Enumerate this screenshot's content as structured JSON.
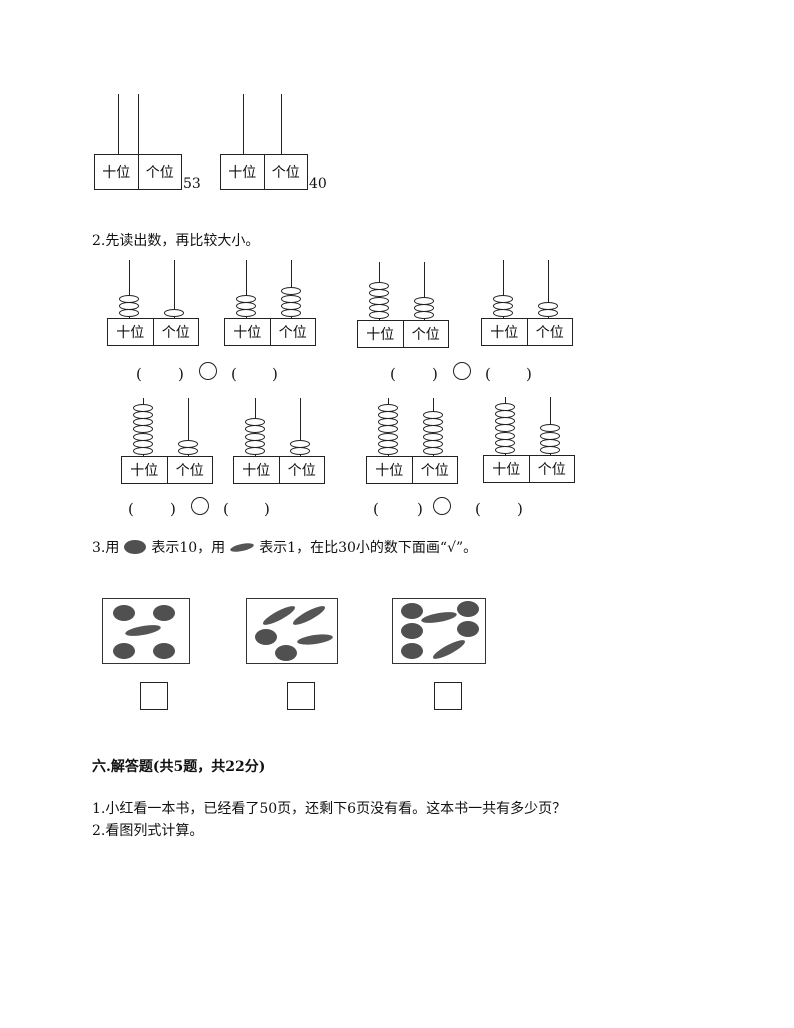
{
  "section5": {
    "abacus_pair": [
      {
        "tens": "十位",
        "ones": "个位",
        "number": "53"
      },
      {
        "tens": "十位",
        "ones": "个位",
        "number": "40"
      }
    ],
    "q2": {
      "text": "2.先读出数，再比较大小。",
      "tens_label": "十位",
      "ones_label": "个位",
      "paren_open": "(",
      "paren_close": ")"
    },
    "q3": {
      "text_a": "3.用",
      "text_b": "表示10，用",
      "text_c": "表示1，在比30小的数下面画“√”。"
    }
  },
  "section6": {
    "heading": "六.解答题(共5题，共22分)",
    "q1": "1.小红看一本书，已经看了50页，还剩下6页没有看。这本书一共有多少页？",
    "q2": "2.看图列式计算。"
  },
  "icons": {
    "bead": "bead-icon",
    "stone": "stone-icon",
    "stick": "stick-icon",
    "compare_circle": "circle-icon",
    "answer_box": "square-box-icon"
  },
  "colors": {
    "ink": "#222222",
    "stone": "#505050"
  }
}
